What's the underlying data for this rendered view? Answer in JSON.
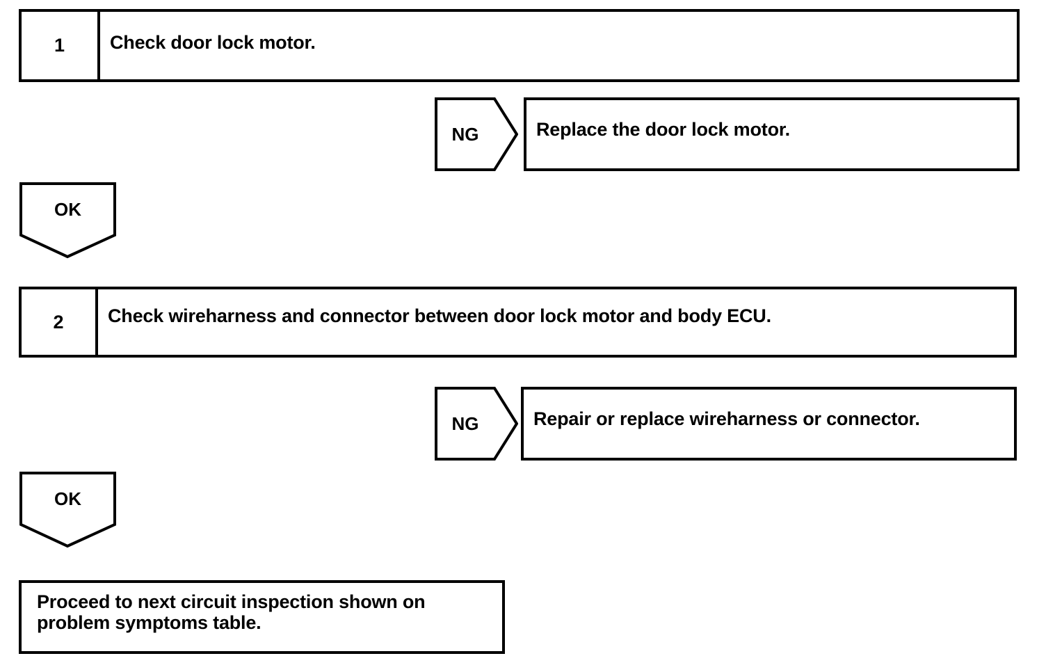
{
  "diagram": {
    "type": "troubleshooting-flowchart",
    "colors": {
      "line": "#000000",
      "background": "#ffffff",
      "text": "#000000"
    },
    "steps": [
      {
        "number": "1",
        "instruction": "Check door lock motor."
      },
      {
        "number": "2",
        "instruction": "Check wireharness and connector between door lock motor and body ECU."
      }
    ],
    "branches": [
      {
        "result_label": "NG",
        "action": "Replace the door lock motor."
      },
      {
        "result_label": "NG",
        "action": "Repair or replace wireharness or connector."
      }
    ],
    "pass_connectors": [
      {
        "label": "OK"
      },
      {
        "label": "OK"
      }
    ],
    "terminal": {
      "text": "Proceed to next circuit inspection shown on\nproblem symptoms table."
    }
  }
}
